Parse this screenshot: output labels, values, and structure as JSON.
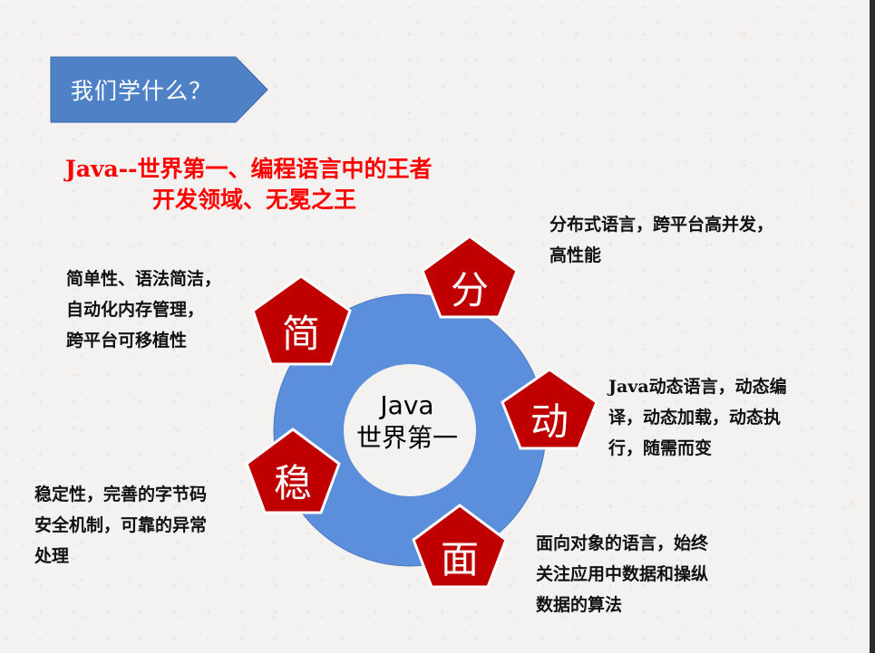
{
  "title": "我们学什么？",
  "headline": {
    "line1": "Java--世界第一、编程语言中的王者",
    "line2": "开发领域、无冕之王"
  },
  "center": {
    "line1": "Java",
    "line2": "世界第一"
  },
  "pillars": [
    {
      "char": "简",
      "desc": [
        "简单性、语法简洁，",
        "自动化内存管理，",
        "跨平台可移植性"
      ]
    },
    {
      "char": "分",
      "desc": [
        "分布式语言，跨平台高并发，",
        "高性能"
      ]
    },
    {
      "char": "动",
      "desc": [
        "Java动态语言，动态编",
        "译，动态加载，动态执",
        "行，随需而变"
      ]
    },
    {
      "char": "稳",
      "desc": [
        "稳定性，完善的字节码",
        "安全机制，可靠的异常",
        "处理"
      ]
    },
    {
      "char": "面",
      "desc": [
        "面向对象的语言，始终",
        "关注应用中数据和操纵",
        "数据的算法"
      ]
    }
  ],
  "colors": {
    "banner": "#4f81c7",
    "headline": "#ff0000",
    "ring": "#5b8fdc",
    "pentagon": "#c00000"
  }
}
